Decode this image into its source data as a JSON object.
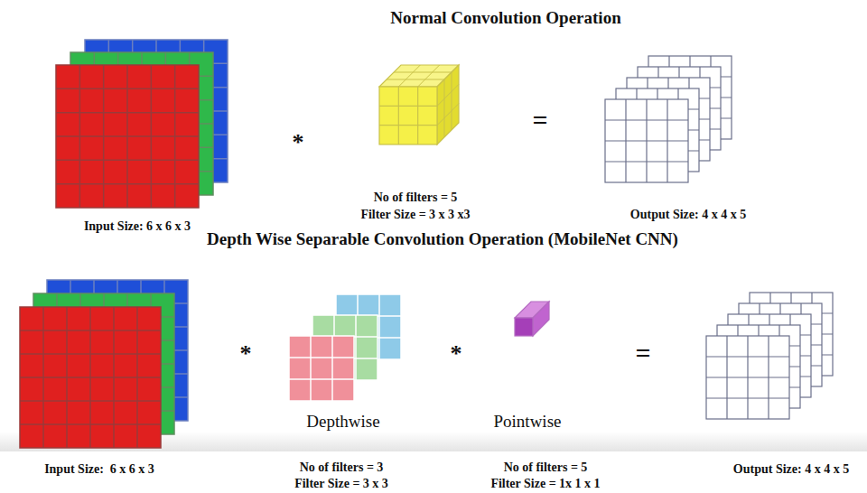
{
  "diagram": {
    "labels": [
      "Normal Convolution Operation",
      "*",
      "=",
      "Input Size: 6 x 6 x 3",
      "No of filters = 5",
      "Filter Size = 3 x 3 x3",
      "Output Size: 4 x 4 x 5",
      "Depth Wise Separable Convolution Operation (MobileNet CNN)",
      "*",
      "*",
      "=",
      "Depthwise",
      "Pointwise",
      "Input Size:  6 x 6 x 3",
      "No of filters = 3",
      "Filter Size = 3 x 3",
      "No of filters = 5",
      "Filter Size = 1x 1 x 1",
      "Output Size: 4 x 4 x 5"
    ]
  }
}
